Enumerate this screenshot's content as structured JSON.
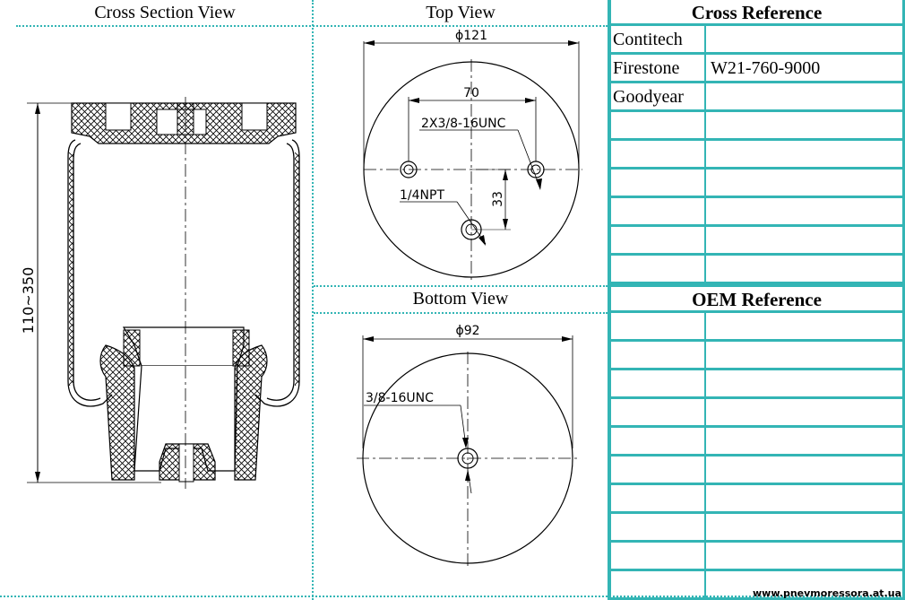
{
  "sections": {
    "cross_section_title": "Cross Section View",
    "top_view_title": "Top View",
    "bottom_view_title": "Bottom View"
  },
  "cross_section": {
    "height_label": "110~350"
  },
  "top_view": {
    "diameter_label": "ϕ121",
    "bolt_spacing_label": "70",
    "bolt_thread_label": "2X3/8-16UNC",
    "air_fitting_label": "1/4NPT",
    "offset_label": "33"
  },
  "bottom_view": {
    "diameter_label": "ϕ92",
    "thread_label": "3/8-16UNC"
  },
  "cross_reference": {
    "title": "Cross Reference",
    "rows": [
      {
        "brand": "Contitech",
        "part": ""
      },
      {
        "brand": "Firestone",
        "part": "W21-760-9000"
      },
      {
        "brand": "Goodyear",
        "part": ""
      },
      {
        "brand": "",
        "part": ""
      },
      {
        "brand": "",
        "part": ""
      },
      {
        "brand": "",
        "part": ""
      },
      {
        "brand": "",
        "part": ""
      },
      {
        "brand": "",
        "part": ""
      },
      {
        "brand": "",
        "part": ""
      }
    ]
  },
  "oem_reference": {
    "title": "OEM Reference",
    "rows": [
      {
        "brand": "",
        "part": ""
      },
      {
        "brand": "",
        "part": ""
      },
      {
        "brand": "",
        "part": ""
      },
      {
        "brand": "",
        "part": ""
      },
      {
        "brand": "",
        "part": ""
      },
      {
        "brand": "",
        "part": ""
      },
      {
        "brand": "",
        "part": ""
      },
      {
        "brand": "",
        "part": ""
      },
      {
        "brand": "",
        "part": ""
      },
      {
        "brand": "",
        "part": ""
      }
    ]
  },
  "watermark": "www.pnevmoressora.at.ua"
}
